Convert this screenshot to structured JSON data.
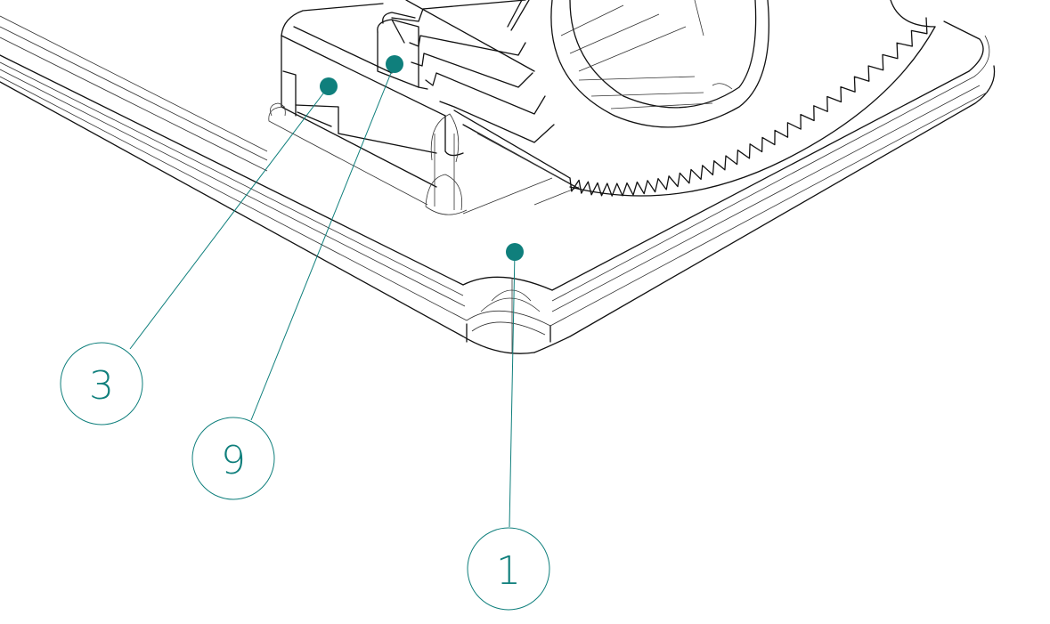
{
  "colors": {
    "accent": "#0f7f7c",
    "line": "#111111",
    "background": "#ffffff"
  },
  "callouts": [
    {
      "label": "3"
    },
    {
      "label": "9"
    },
    {
      "label": "1"
    }
  ]
}
